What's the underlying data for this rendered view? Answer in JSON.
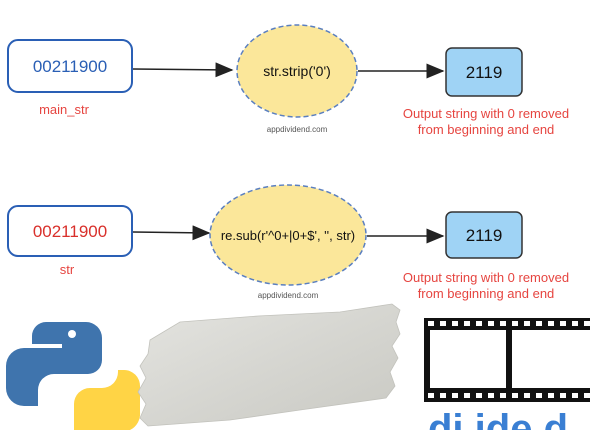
{
  "diagram1": {
    "input_value": "00211900",
    "input_label": "main_str",
    "function_text": "str.strip('0')",
    "watermark": "appdividend.com",
    "output_value": "2119",
    "output_caption_line1": "Output string with 0 removed",
    "output_caption_line2": "from beginning and end"
  },
  "diagram2": {
    "input_value": "00211900",
    "input_label": "str",
    "function_text": "re.sub(r'^0+|0+$', '', str)",
    "watermark": "appdividend.com",
    "output_value": "2119",
    "output_caption_line1": "Output string with 0 removed",
    "output_caption_line2": "from beginning and end"
  },
  "bottom_partial_text": "di ide d",
  "colors": {
    "input_border": "#2a5fb5",
    "input_text_1": "#2a5fb5",
    "input_text_2": "#d9302b",
    "label_red": "#e64540",
    "ellipse_fill": "#fbe79a",
    "ellipse_stroke": "#5a7fc0",
    "output_fill": "#9fd3f5",
    "output_stroke": "#333333",
    "python_blue": "#3f74ad",
    "python_yellow": "#ffd445",
    "bottom_text": "#3a7fd3"
  }
}
